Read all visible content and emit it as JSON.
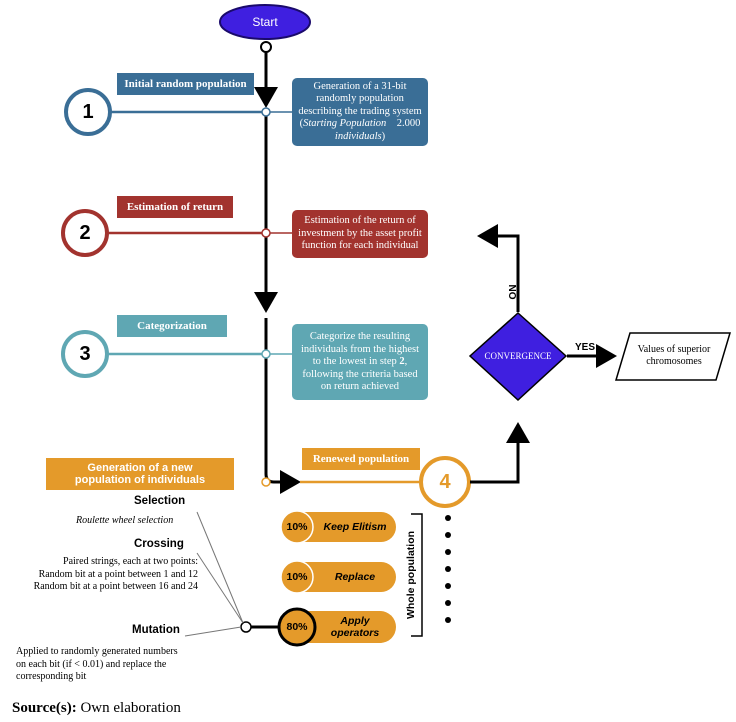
{
  "start": "Start",
  "steps": [
    {
      "number": "1",
      "tag": "Initial random population",
      "desc_lines": [
        "Generation of a 31-bit",
        "randomly population",
        "describing the trading system"
      ],
      "desc_italic": "Starting Population",
      "desc_italic_value": "2.000",
      "desc_italic_tail": "individuals"
    },
    {
      "number": "2",
      "tag": "Estimation of return",
      "desc": "Estimation of the return of investment by the asset profit function for each individual"
    },
    {
      "number": "3",
      "tag": "Categorization",
      "desc_pre": "Categorize the resulting individuals from the highest to the lowest in step ",
      "desc_bold": "2",
      "desc_post": ", following the criteria based on return achieved"
    },
    {
      "number": "4",
      "tag": "Renewed population"
    }
  ],
  "new_population_tag": "Generation of a new population of individuals",
  "convergence": "CONVERGENCE",
  "yes_label": "YES",
  "no_label": "NO",
  "superior": "Values of superior chromosomes",
  "operators": [
    {
      "pct": "10%",
      "label": "Keep Elitism"
    },
    {
      "pct": "10%",
      "label": "Replace"
    },
    {
      "pct": "80%",
      "label": "Apply operators"
    }
  ],
  "whole_population": "Whole population",
  "selection": {
    "title": "Selection",
    "desc": "Roulette wheel selection"
  },
  "crossing": {
    "title": "Crossing",
    "lines": [
      "Paired strings, each at two points:",
      "Random bit at a point between 1 and 12",
      "Random bit at a point between 16 and 24"
    ]
  },
  "mutation": {
    "title": "Mutation",
    "lines": [
      "Applied to randomly generated numbers",
      "on each bit (if  < 0.01) and replace the",
      "corresponding bit"
    ]
  },
  "source_label": "Source(s):",
  "source_text": "Own elaboration",
  "colors": {
    "blue": "#3a6e96",
    "red": "#a2332e",
    "teal": "#5fa7b3",
    "orange": "#e49a2a",
    "purple": "#3f1fe0"
  }
}
